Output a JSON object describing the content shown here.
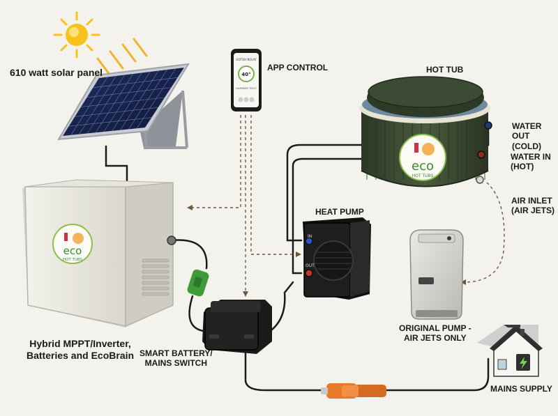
{
  "labels": {
    "solar_panel": "610 watt solar panel",
    "app_control": "APP CONTROL",
    "hot_tub": "HOT TUB",
    "water_out_line1": "WATER OUT",
    "water_out_line2": "(COLD)",
    "water_in_line1": "WATER IN",
    "water_in_line2": "(HOT)",
    "air_inlet_line1": "AIR INLET",
    "air_inlet_line2": "(AIR JETS)",
    "heat_pump": "HEAT PUMP",
    "hybrid_line1": "Hybrid MPPT/Inverter,",
    "hybrid_line2": "Batteries and EcoBrain",
    "smart_switch_line1": "SMART BATTERY/",
    "smart_switch_line2": "MAINS SWITCH",
    "original_pump_line1": "ORIGINAL PUMP -",
    "original_pump_line2": "AIR JETS ONLY",
    "mains_supply": "MAINS SUPPLY"
  },
  "logo": {
    "word": "eco",
    "sub": "HOT TUBS"
  },
  "phone": {
    "header": "GOTOH NOLAY",
    "temp": "40°",
    "footer": "HARMNEE TEELF"
  },
  "heat_pump_ports": {
    "in": "IN",
    "out": "OUT"
  },
  "colors": {
    "tub_body": "#3a4a31",
    "heat_pump": "#1c1c1c",
    "inverter": "#ecebe3",
    "green_plug": "#3f9a3a",
    "orange_plug": "#e8782a",
    "sun": "#f7c21b"
  }
}
